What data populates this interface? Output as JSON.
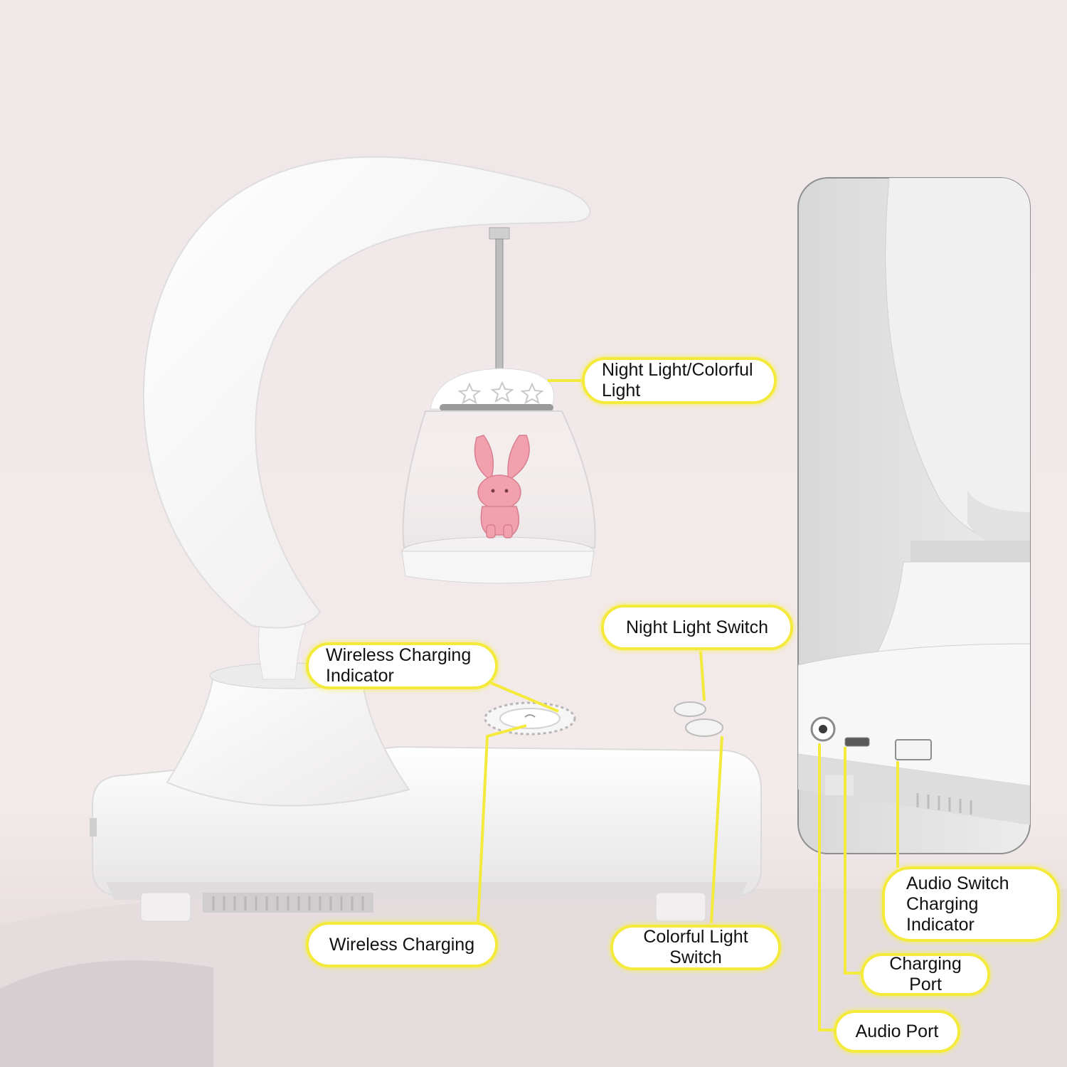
{
  "colors": {
    "background": "#f2e9ea",
    "callout_border": "#f4ea3c",
    "leader_line": "#f4ea3c",
    "product_white": "#ffffff",
    "bunny_pink": "#f2a0ad",
    "inset_panel": "#dcdcdc"
  },
  "callouts": {
    "night_light_colorful": {
      "line1": "Night Light/Colorful",
      "line2": "Light"
    },
    "wireless_charging_indicator": {
      "line1": "Wireless Charging",
      "line2": "Indicator"
    },
    "night_light_switch": {
      "label": "Night Light Switch"
    },
    "wireless_charging": {
      "label": "Wireless Charging"
    },
    "colorful_light_switch": {
      "label": "Colorful Light Switch"
    },
    "audio_switch_charging_indicator": {
      "line1": "Audio Switch",
      "line2": "Charging Indicator"
    },
    "charging_port": {
      "label": "Charging Port"
    },
    "audio_port": {
      "label": "Audio Port"
    }
  },
  "icons": [
    "bunny-figure",
    "star-pattern",
    "wireless-charging-pad",
    "audio-jack",
    "usb-port",
    "switch-button"
  ]
}
